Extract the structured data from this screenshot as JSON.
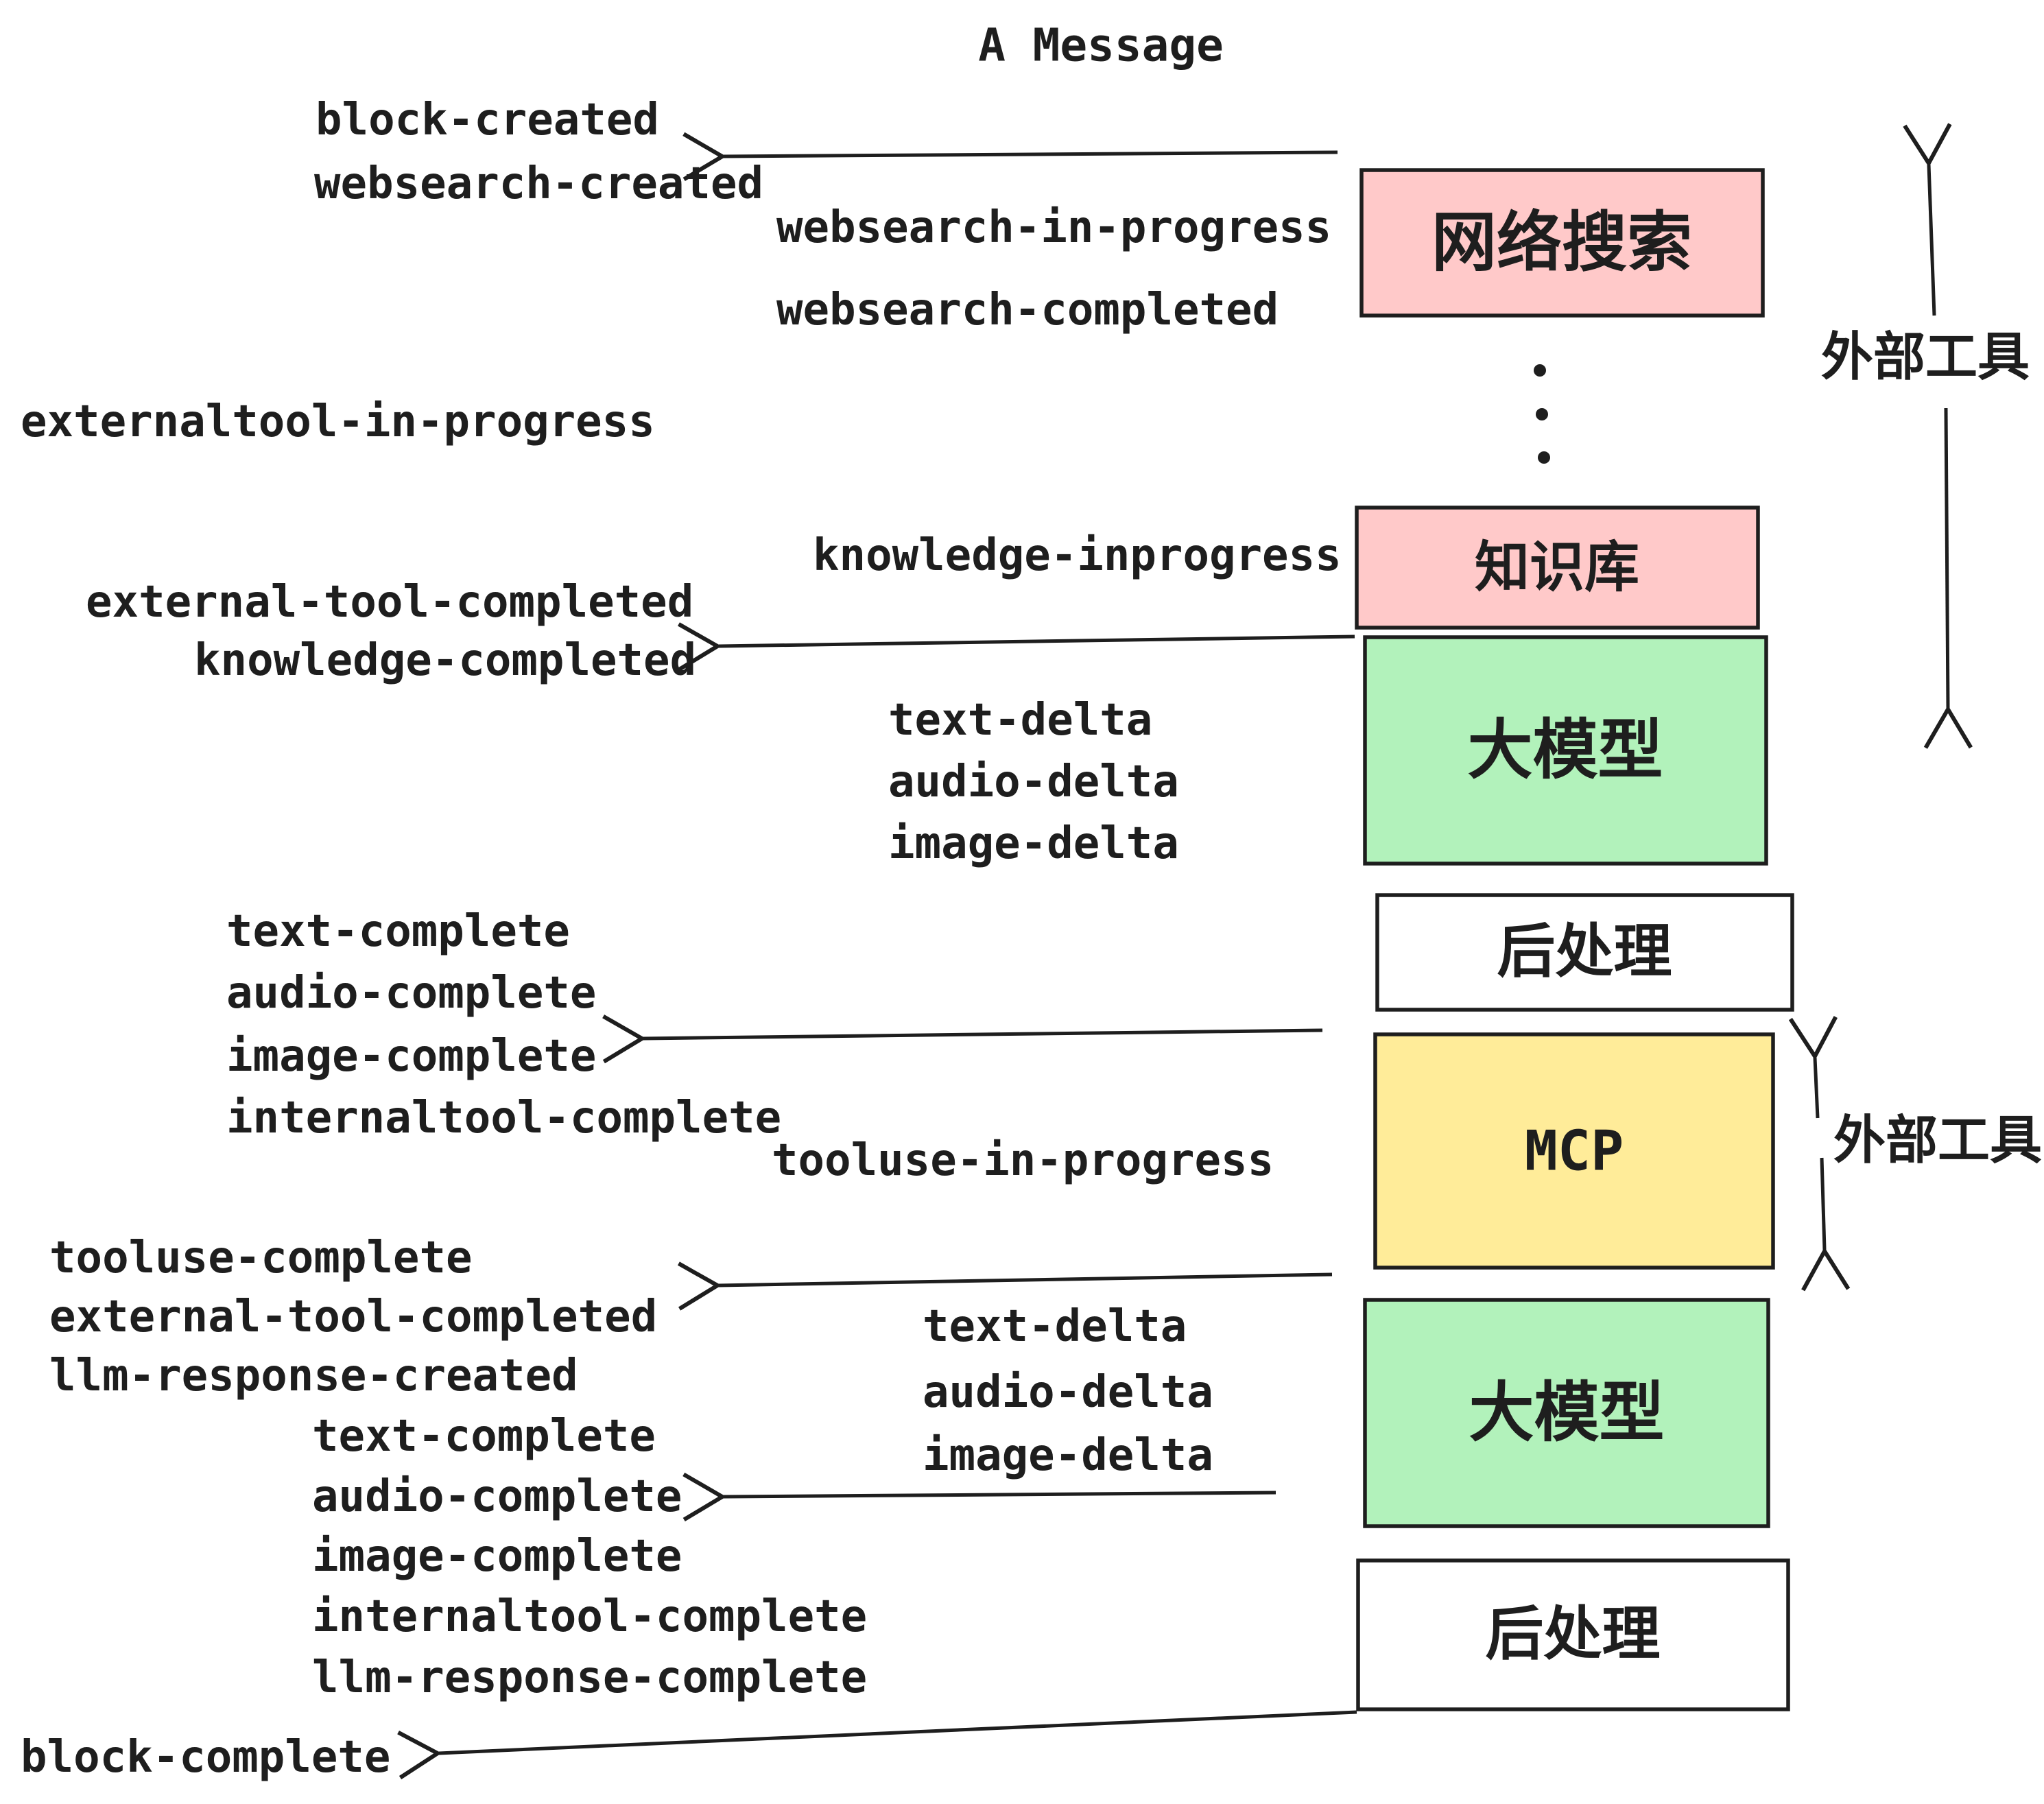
{
  "title": "A Message",
  "colors": {
    "ink": "#1e1e1e",
    "pink": "#ffc9c9",
    "green": "#b2f2bb",
    "yellow": "#ffec99",
    "white": "#ffffff"
  },
  "boxes": {
    "websearch": {
      "label": "网络搜索"
    },
    "knowledge": {
      "label": "知识库"
    },
    "llm_top": {
      "label": "大模型"
    },
    "postprocess_top": {
      "label": "后处理"
    },
    "mcp": {
      "label": "MCP"
    },
    "llm_bottom": {
      "label": "大模型"
    },
    "postprocess_bottom": {
      "label": "后处理"
    }
  },
  "side_labels": {
    "external_tools_top": "外部工具",
    "external_tools_mcp": "外部工具"
  },
  "events": {
    "block_created": "block-created",
    "websearch_created": "websearch-created",
    "websearch_in_progress": "websearch-in-progress",
    "websearch_completed": "websearch-completed",
    "externaltool_in_progress": "externaltool-in-progress",
    "knowledge_inprogress": "knowledge-inprogress",
    "external_tool_completed_1": "external-tool-completed",
    "knowledge_completed": "knowledge-completed",
    "text_delta_1": "text-delta",
    "audio_delta_1": "audio-delta",
    "image_delta_1": "image-delta",
    "text_complete_1": "text-complete",
    "audio_complete_1": "audio-complete",
    "image_complete_1": "image-complete",
    "internaltool_complete_1": "internaltool-complete",
    "tooluse_in_progress": "tooluse-in-progress",
    "tooluse_complete": "tooluse-complete",
    "external_tool_completed_2": "external-tool-completed",
    "llm_response_created": "llm-response-created",
    "text_complete_2": "text-complete",
    "text_delta_2": "text-delta",
    "audio_delta_2": "audio-delta",
    "image_delta_2": "image-delta",
    "audio_complete_2": "audio-complete",
    "image_complete_2": "image-complete",
    "internaltool_complete_2": "internaltool-complete",
    "llm_response_complete": "llm-response-complete",
    "block_complete": "block-complete"
  }
}
